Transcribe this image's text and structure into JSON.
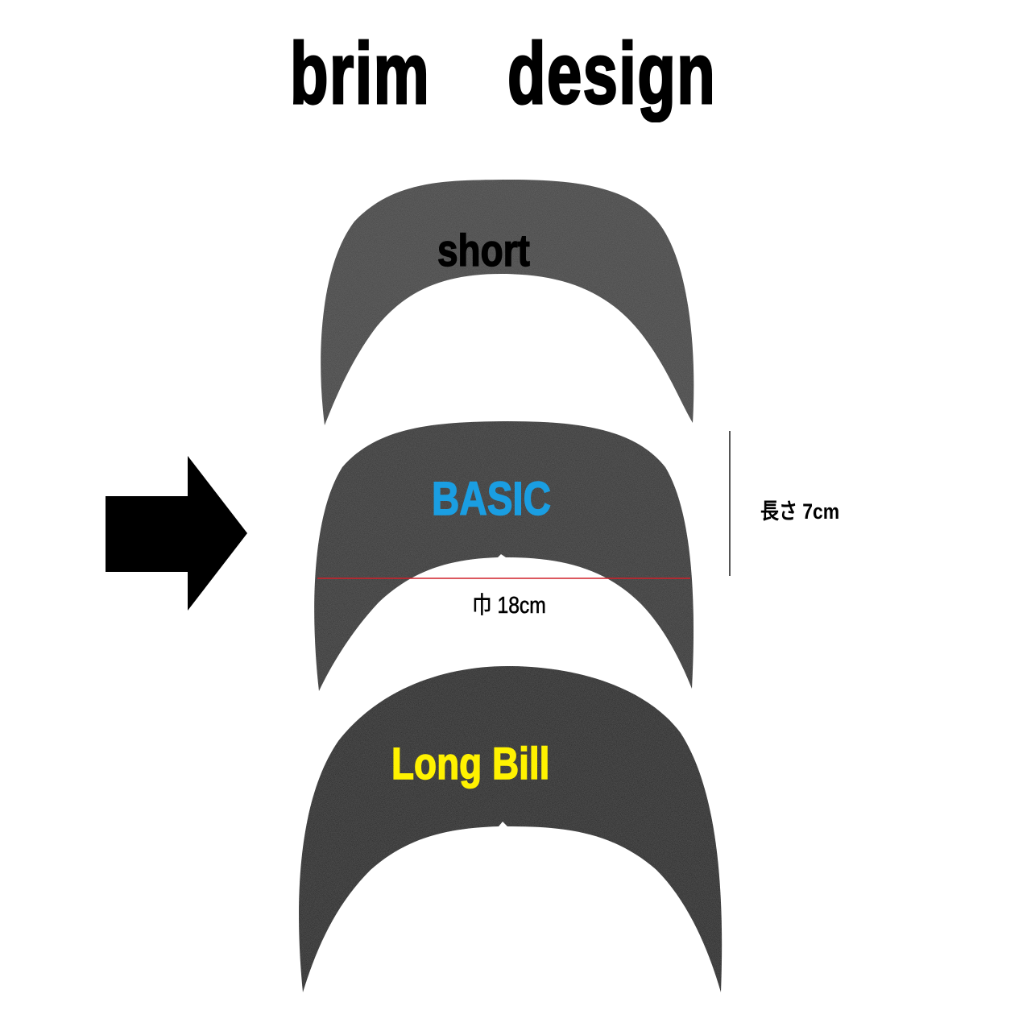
{
  "title": {
    "word1": "brim",
    "word2": "design"
  },
  "brims": [
    {
      "name": "short",
      "label": "short",
      "fill": "#3c3c3c",
      "label_color": "#000000"
    },
    {
      "name": "basic",
      "label": "BASIC",
      "fill": "#2c2c2c",
      "label_color": "#1a9ee2",
      "selected": true
    },
    {
      "name": "long-bill",
      "label": "Long Bill",
      "fill": "#161616",
      "label_color": "#fff200"
    }
  ],
  "dimensions": {
    "length_label": "長さ 7cm",
    "width_label": "巾 18cm",
    "width_line_color": "#d0202a",
    "length_line_color": "#555555"
  },
  "indicator": {
    "icon": "right-arrow-icon",
    "color": "#000000"
  }
}
